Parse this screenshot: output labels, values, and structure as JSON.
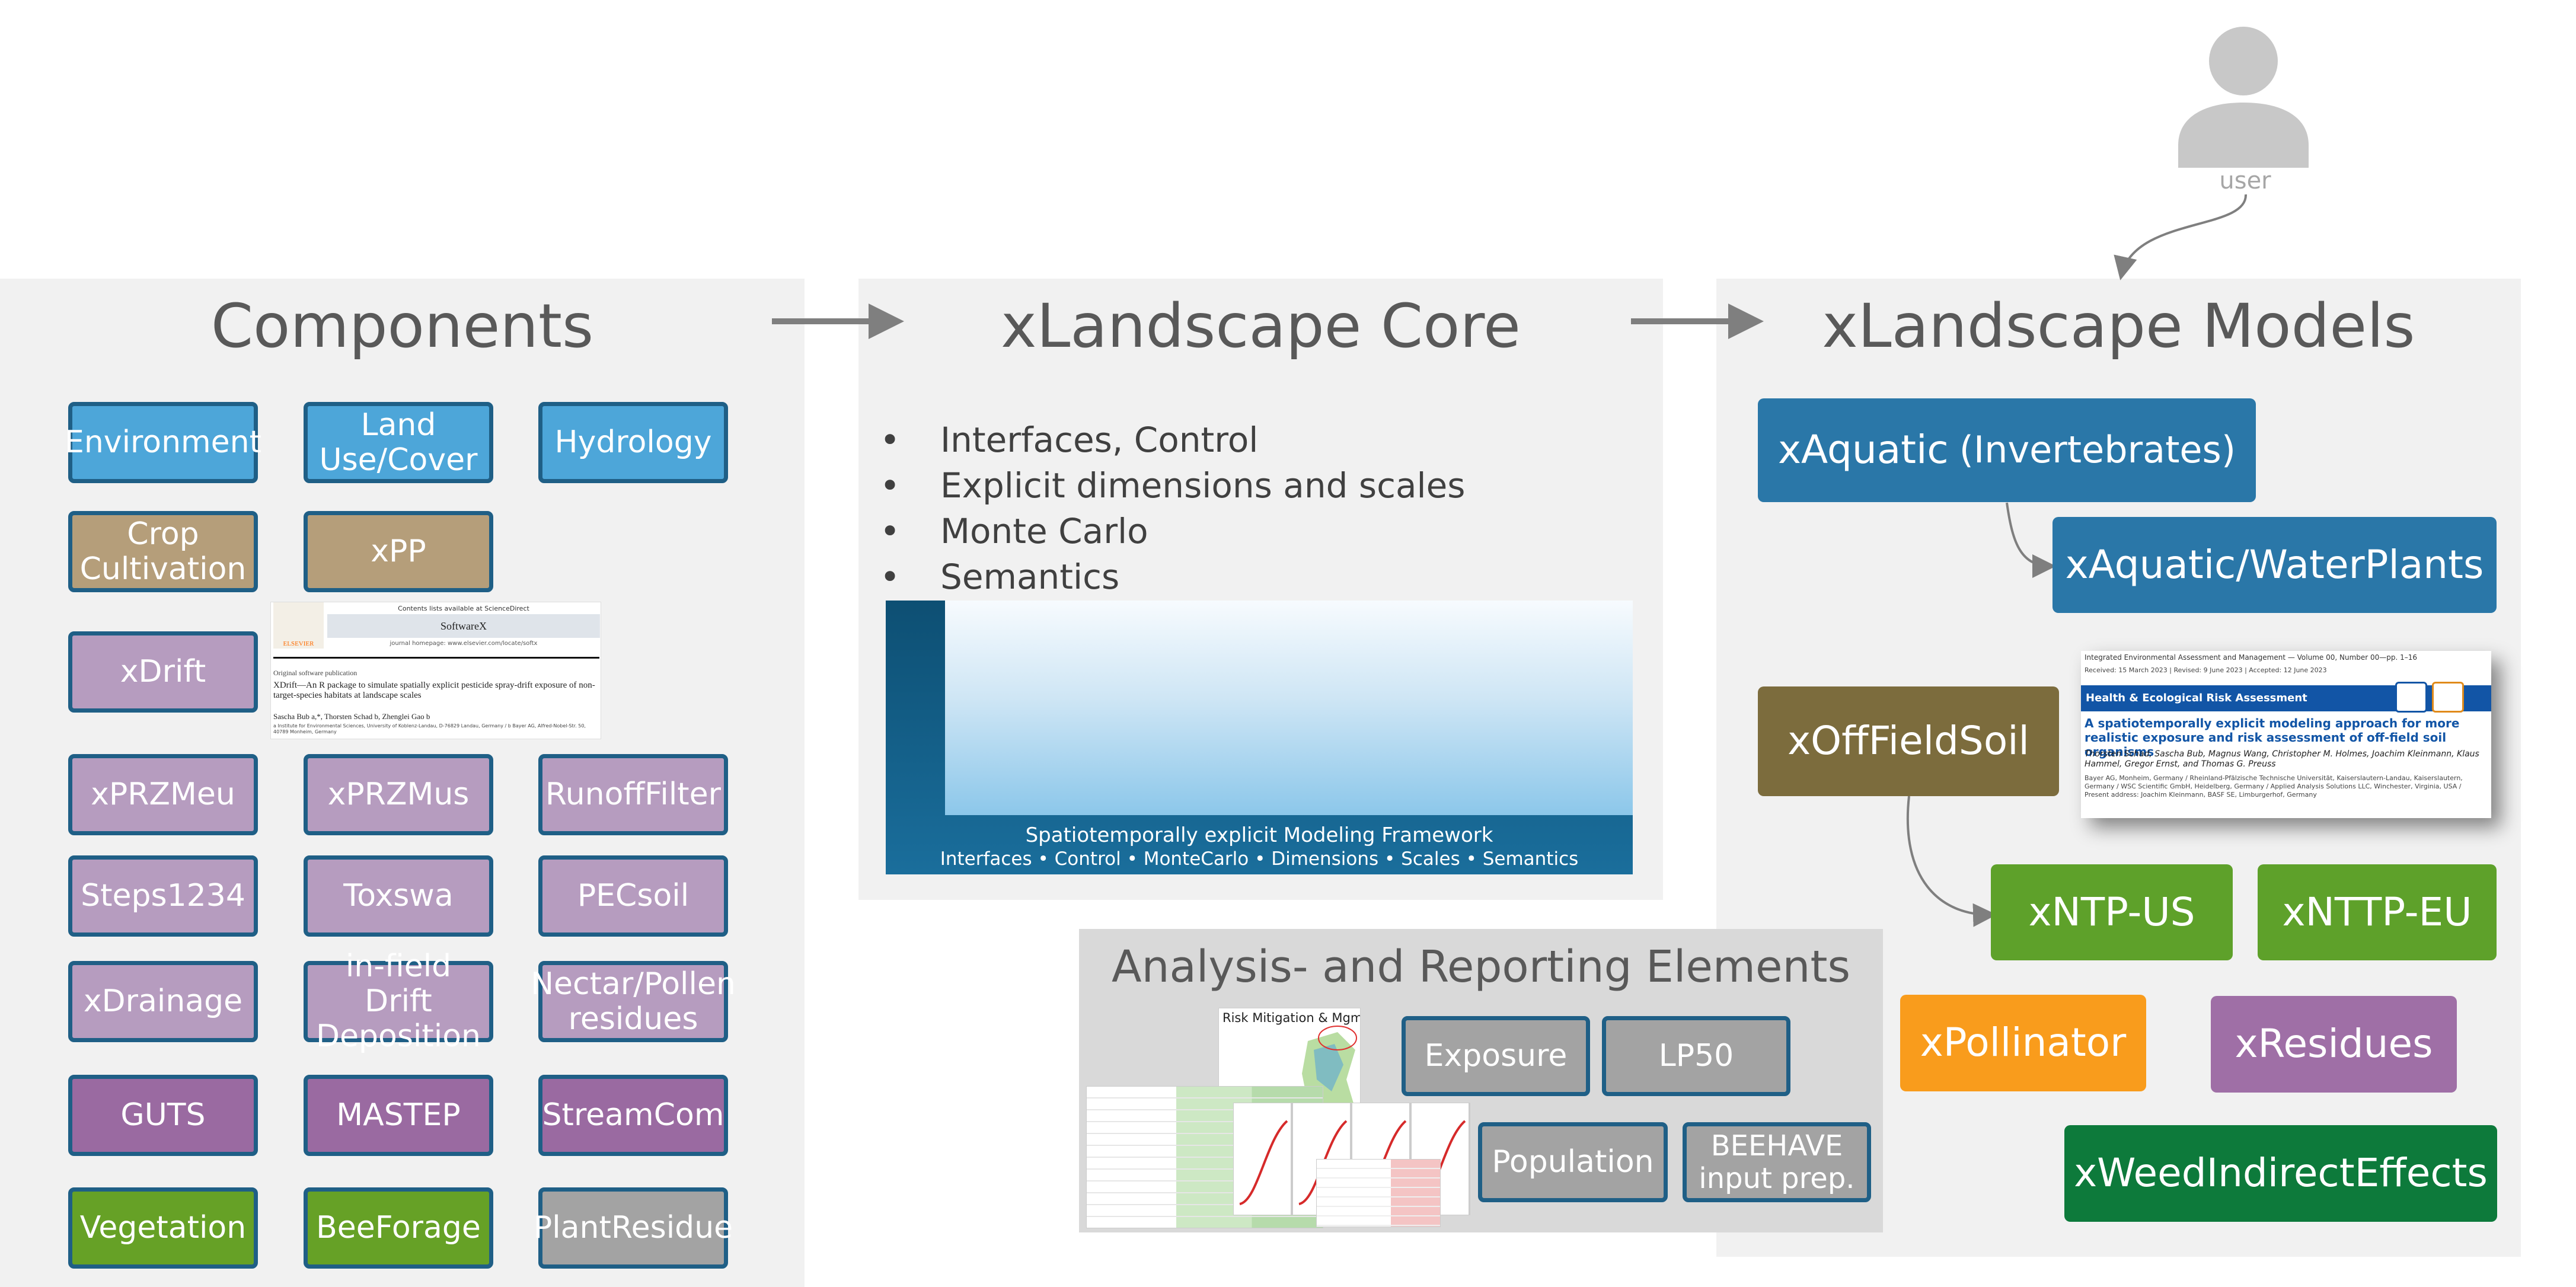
{
  "user": {
    "label": "user"
  },
  "components": {
    "title": "Components",
    "items": [
      {
        "label": "Environment",
        "color": "blue"
      },
      {
        "label": "Land\nUse/Cover",
        "color": "blue"
      },
      {
        "label": "Hydrology",
        "color": "blue"
      },
      {
        "label": "Crop\nCultivation",
        "color": "tan"
      },
      {
        "label": "xPP",
        "color": "tan"
      },
      {
        "label": "xDrift",
        "color": "lilac"
      },
      {
        "label": "xPRZMeu",
        "color": "lilac"
      },
      {
        "label": "xPRZMus",
        "color": "lilac"
      },
      {
        "label": "RunoffFilter",
        "color": "lilac"
      },
      {
        "label": "Steps1234",
        "color": "lilac"
      },
      {
        "label": "Toxswa",
        "color": "lilac"
      },
      {
        "label": "PECsoil",
        "color": "lilac"
      },
      {
        "label": "xDrainage",
        "color": "lilac"
      },
      {
        "label": "in-field Drift\nDeposition",
        "color": "lilac"
      },
      {
        "label": "Nectar/Pollen\nresidues",
        "color": "lilac"
      },
      {
        "label": "GUTS",
        "color": "purple"
      },
      {
        "label": "MASTEP",
        "color": "purple"
      },
      {
        "label": "StreamCom",
        "color": "purple"
      },
      {
        "label": "Vegetation",
        "color": "green"
      },
      {
        "label": "BeeForage",
        "color": "green"
      },
      {
        "label": "PlantResidue",
        "color": "gray"
      }
    ],
    "paper": {
      "header_top": "Contents lists available at ScienceDirect",
      "journal": "SoftwareX",
      "homepage": "journal homepage: www.elsevier.com/locate/softx",
      "publisher": "ELSEVIER",
      "kind": "Original software publication",
      "title": "XDrift—An R package to simulate spatially explicit pesticide spray-drift exposure of non-target-species habitats at landscape scales",
      "authors": "Sascha Bub a,*, Thorsten Schad b, Zhenglei Gao b",
      "affiliations": "a Institute for Environmental Sciences, University of Koblenz-Landau, D-76829 Landau, Germany / b Bayer AG, Alfred-Nobel-Str. 50, 40789 Monheim, Germany"
    }
  },
  "core": {
    "title": "xLandscape Core",
    "bullets": [
      "Interfaces, Control",
      "Explicit dimensions and scales",
      "Monte Carlo",
      "Semantics"
    ],
    "banner_line1": "Spatiotemporally explicit Modeling Framework",
    "banner_line2": "Interfaces • Control • MonteCarlo • Dimensions • Scales • Semantics"
  },
  "analysis": {
    "title": "Analysis- and Reporting Elements",
    "map_title": "Risk Mitigation & Mgmt",
    "boxes": [
      "Exposure",
      "LP50",
      "Population",
      "BEEHAVE\ninput prep."
    ]
  },
  "models": {
    "title": "xLandscape Models",
    "aquatic": "xAquatic",
    "aquatic_sub": "(Invertebrates)",
    "waterplants": "xAquatic/WaterPlants",
    "offfieldsoil": "xOffFieldSoil",
    "ntp_us": "xNTP-US",
    "nttp_eu": "xNTTP-EU",
    "pollinator": "xPollinator",
    "residues": "xResidues",
    "weed": "xWeedIndirectEffects",
    "paper": {
      "journal_line": "Integrated Environmental Assessment and Management — Volume 00, Number 00—pp. 1–16",
      "dates": "Received: 15 March 2023 | Revised: 9 June 2023 | Accepted: 12 June 2023",
      "section": "Health & Ecological Risk Assessment",
      "title": "A spatiotemporally explicit modeling approach for more realistic exposure and risk assessment of off-field soil organisms",
      "authors": "Thorsten Schad, Sascha Bub, Magnus Wang, Christopher M. Holmes, Joachim Kleinmann, Klaus Hammel, Gregor Ernst, and Thomas G. Preuss",
      "affiliations": "Bayer AG, Monheim, Germany / Rheinland-Pfälzische Technische Universität, Kaiserslautern-Landau, Kaiserslautern, Germany / WSC Scientific GmbH, Heidelberg, Germany / Applied Analysis Solutions LLC, Winchester, Virginia, USA / Present address: Joachim Kleinmann, BASF SE, Limburgerhof, Germany"
    }
  },
  "colors": {
    "panel": "#f1f1f1",
    "title_text": "#595959",
    "border": "#1f5f86",
    "blue": "#4da6d9",
    "tan": "#b59e7a",
    "lilac": "#b69cbf",
    "purple": "#9a6aa1",
    "green": "#66a126",
    "gray": "#a3a3a3",
    "model_blue": "#2a77a8",
    "olive": "#7c6c3d",
    "model_green": "#5ea12a",
    "orange": "#f99c1c",
    "model_purple": "#9f6fa6",
    "dark_green": "#0d7a3b"
  }
}
